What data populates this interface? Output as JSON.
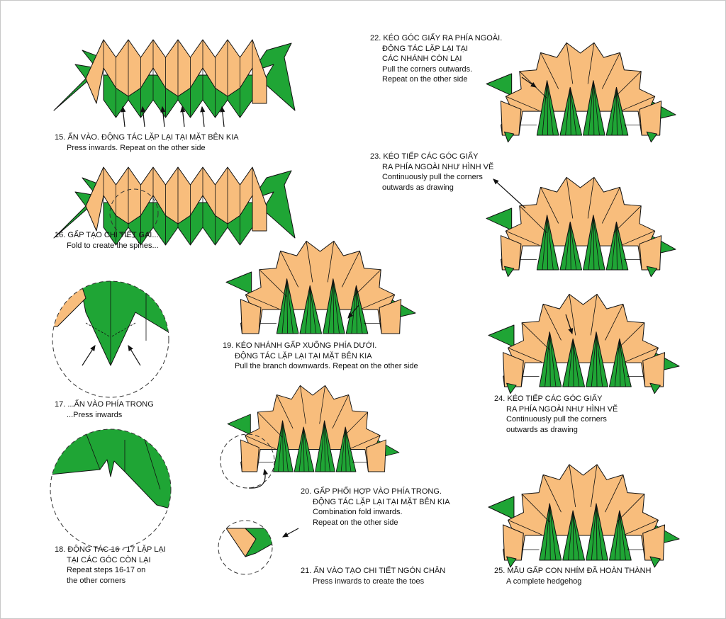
{
  "colors": {
    "paper_front": "#F8BD7C",
    "paper_back": "#1FA535",
    "outline": "#111111"
  },
  "steps": [
    {
      "id": "15",
      "number": "15.",
      "vi": [
        "ẤN VÀO. ĐỘNG TÁC LẶP LẠI TẠI MẶT BÊN KIA"
      ],
      "en": [
        "Press inwards. Repeat on the other side"
      ]
    },
    {
      "id": "16",
      "number": "16.",
      "vi": [
        "GẤP TẠO CHI TIẾT GAI..."
      ],
      "en": [
        "Fold to create the spines..."
      ]
    },
    {
      "id": "17",
      "number": "17.",
      "vi": [
        "...ẤN VÀO PHÍA TRONG"
      ],
      "en": [
        "...Press inwards"
      ]
    },
    {
      "id": "18",
      "number": "18.",
      "vi": [
        "ĐỘNG TÁC 16 - 17 LẶP LẠI",
        "TẠI CÁC GÓC CÒN LẠI"
      ],
      "en": [
        "Repeat steps 16-17 on",
        "the other corners"
      ]
    },
    {
      "id": "19",
      "number": "19.",
      "vi": [
        "KÉO NHÁNH GẤP XUỐNG PHÍA DƯỚI.",
        "ĐỘNG TÁC LẶP LẠI TẠI MẶT BÊN KIA"
      ],
      "en": [
        "Pull the branch downwards. Repeat on the other side"
      ]
    },
    {
      "id": "20",
      "number": "20.",
      "vi": [
        "GẤP PHỐI HỢP VÀO PHÍA TRONG.",
        "ĐỘNG TÁC LẶP LẠI TẠI MẶT BÊN KIA"
      ],
      "en": [
        "Combination fold inwards.",
        "Repeat on the other side"
      ]
    },
    {
      "id": "21",
      "number": "21.",
      "vi": [
        "ẤN VÀO TẠO CHI TIẾT NGÓN CHÂN"
      ],
      "en": [
        "Press inwards to create the toes"
      ]
    },
    {
      "id": "22",
      "number": "22.",
      "vi": [
        "KÉO GÓC GIẤY RA PHÍA NGOÀI.",
        "ĐỘNG TÁC LẶP LẠI TẠI",
        "CÁC NHÁNH CÒN LẠI"
      ],
      "en": [
        "Pull the corners outwards.",
        "Repeat on the other side"
      ]
    },
    {
      "id": "23",
      "number": "23.",
      "vi": [
        "KÉO TIẾP CÁC GÓC GIẤY",
        "RA PHÍA NGOÀI NHƯ HÌNH VẼ"
      ],
      "en": [
        "Continuously pull the corners",
        "outwards as drawing"
      ]
    },
    {
      "id": "24",
      "number": "24.",
      "vi": [
        "KÉO TIẾP CÁC GÓC GIẤY",
        "RA PHÍA NGOÀI NHƯ HÌNH VẼ"
      ],
      "en": [
        "Continuously pull the corners",
        "outwards as drawing"
      ]
    },
    {
      "id": "25",
      "number": "25.",
      "vi": [
        "MẪU GẤP CON NHÍM ĐÃ HOÀN THÀNH"
      ],
      "en": [
        "A complete hedgehog"
      ]
    }
  ]
}
